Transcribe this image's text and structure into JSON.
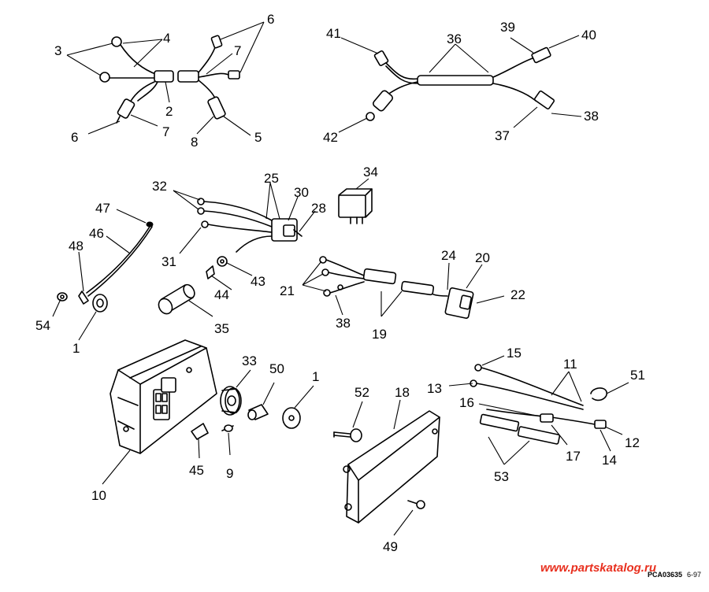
{
  "callouts": {
    "c1a": "1",
    "c1b": "1",
    "c2": "2",
    "c3": "3",
    "c4": "4",
    "c5": "5",
    "c6a": "6",
    "c6b": "6",
    "c7a": "7",
    "c7b": "7",
    "c8": "8",
    "c9": "9",
    "c10": "10",
    "c11": "11",
    "c12": "12",
    "c13": "13",
    "c14": "14",
    "c15": "15",
    "c16": "16",
    "c17": "17",
    "c18": "18",
    "c19": "19",
    "c20": "20",
    "c21": "21",
    "c22": "22",
    "c24": "24",
    "c25": "25",
    "c28": "28",
    "c30": "30",
    "c31": "31",
    "c32": "32",
    "c33": "33",
    "c34": "34",
    "c35": "35",
    "c36": "36",
    "c37": "37",
    "c38a": "38",
    "c38b": "38",
    "c39": "39",
    "c40": "40",
    "c41": "41",
    "c42": "42",
    "c43": "43",
    "c44": "44",
    "c45": "45",
    "c46": "46",
    "c47": "47",
    "c48": "48",
    "c49": "49",
    "c50": "50",
    "c51": "51",
    "c52": "52",
    "c53": "53",
    "c54": "54"
  },
  "footer": {
    "drawing_code": "PCA03635",
    "date": "6-97",
    "watermark": "www.partskatalog.ru"
  },
  "colors": {
    "line": "#000000",
    "watermark": "#e8301f"
  }
}
